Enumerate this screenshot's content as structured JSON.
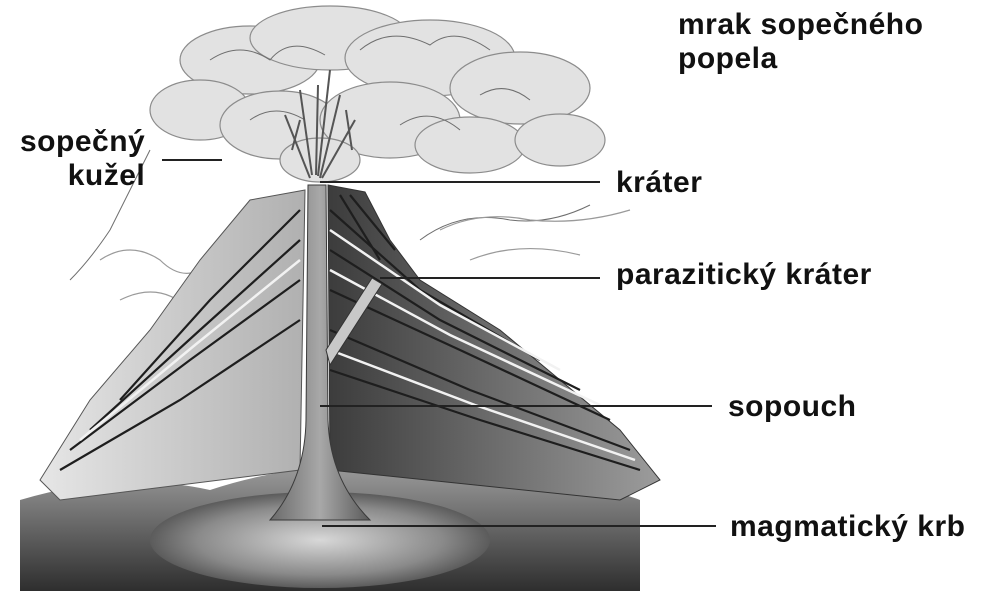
{
  "diagram": {
    "labels": {
      "ash_cloud_line1": "mrak sopečného",
      "ash_cloud_line2": "popela",
      "cone_line1": "sopečný",
      "cone_line2": "kužel",
      "crater": "kráter",
      "parasitic_crater": "parazitický kráter",
      "conduit": "sopouch",
      "magma_chamber": "magmatický krb"
    }
  }
}
